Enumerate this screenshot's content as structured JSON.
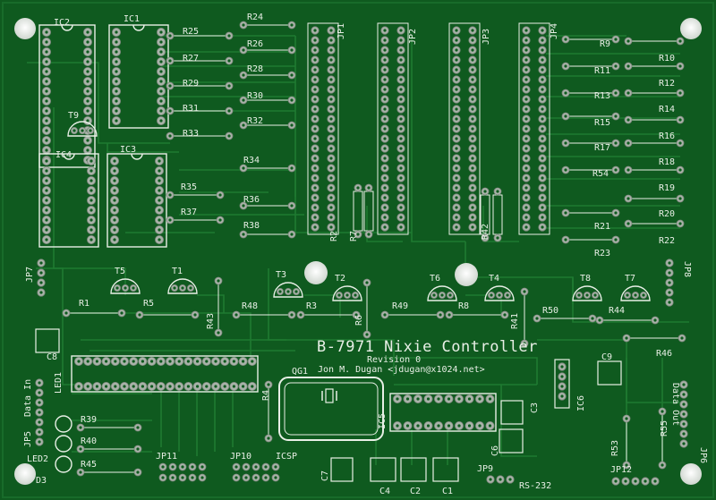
{
  "board": {
    "title": "B-7971 Nixie Controller",
    "revision": "Revision 0",
    "author": "Jon M. Dugan <jdugan@x1024.net>",
    "colors": {
      "soldermask": "#0f5a1f",
      "trace": "#1f7a31",
      "pad": "#a9b3a9",
      "silkscreen": "#e8efe6",
      "hole": "#ffffff"
    }
  },
  "labels": {
    "ic1": "IC1",
    "ic2": "IC2",
    "ic3": "IC3",
    "ic4": "IC4",
    "ic5": "IC5",
    "ic6": "IC6",
    "jp1": "JP1",
    "jp2": "JP2",
    "jp3": "JP3",
    "jp4": "JP4",
    "jp5": "JP5",
    "jp6": "JP6",
    "jp7": "JP7",
    "jp8": "JP8",
    "jp9": "JP9",
    "jp10": "JP10",
    "jp11": "JP11",
    "jp12": "JP12",
    "r1": "R1",
    "r2": "R2",
    "r3": "R3",
    "r4": "R4",
    "r5": "R5",
    "r6": "R6",
    "r7": "R7",
    "r8": "R8",
    "r9": "R9",
    "r10": "R10",
    "r11": "R11",
    "r12": "R12",
    "r13": "R13",
    "r14": "R14",
    "r15": "R15",
    "r16": "R16",
    "r17": "R17",
    "r18": "R18",
    "r19": "R19",
    "r20": "R20",
    "r21": "R21",
    "r22": "R22",
    "r23": "R23",
    "r24": "R24",
    "r25": "R25",
    "r26": "R26",
    "r27": "R27",
    "r28": "R28",
    "r29": "R29",
    "r30": "R30",
    "r31": "R31",
    "r32": "R32",
    "r33": "R33",
    "r34": "R34",
    "r35": "R35",
    "r36": "R36",
    "r37": "R37",
    "r38": "R38",
    "r39": "R39",
    "r40": "R40",
    "r41": "R41",
    "r42": "R42",
    "r43": "R43",
    "r44": "R44",
    "r45": "R45",
    "r46": "R46",
    "r48": "R48",
    "r49": "R49",
    "r50": "R50",
    "r53": "R53",
    "r54": "R54",
    "r55": "R55",
    "t1": "T1",
    "t2": "T2",
    "t3": "T3",
    "t4": "T4",
    "t5": "T5",
    "t6": "T6",
    "t7": "T7",
    "t8": "T8",
    "t9": "T9",
    "c1": "C1",
    "c2": "C2",
    "c3": "C3",
    "c4": "C4",
    "c6": "C6",
    "c7": "C7",
    "c8": "C8",
    "c9": "C9",
    "qg1": "QG1",
    "led1": "LED1",
    "led2": "LED2",
    "d3": "D3",
    "icsp": "ICSP",
    "rs232": "RS-232",
    "data_in": "Data In",
    "data_out": "Data Out"
  }
}
